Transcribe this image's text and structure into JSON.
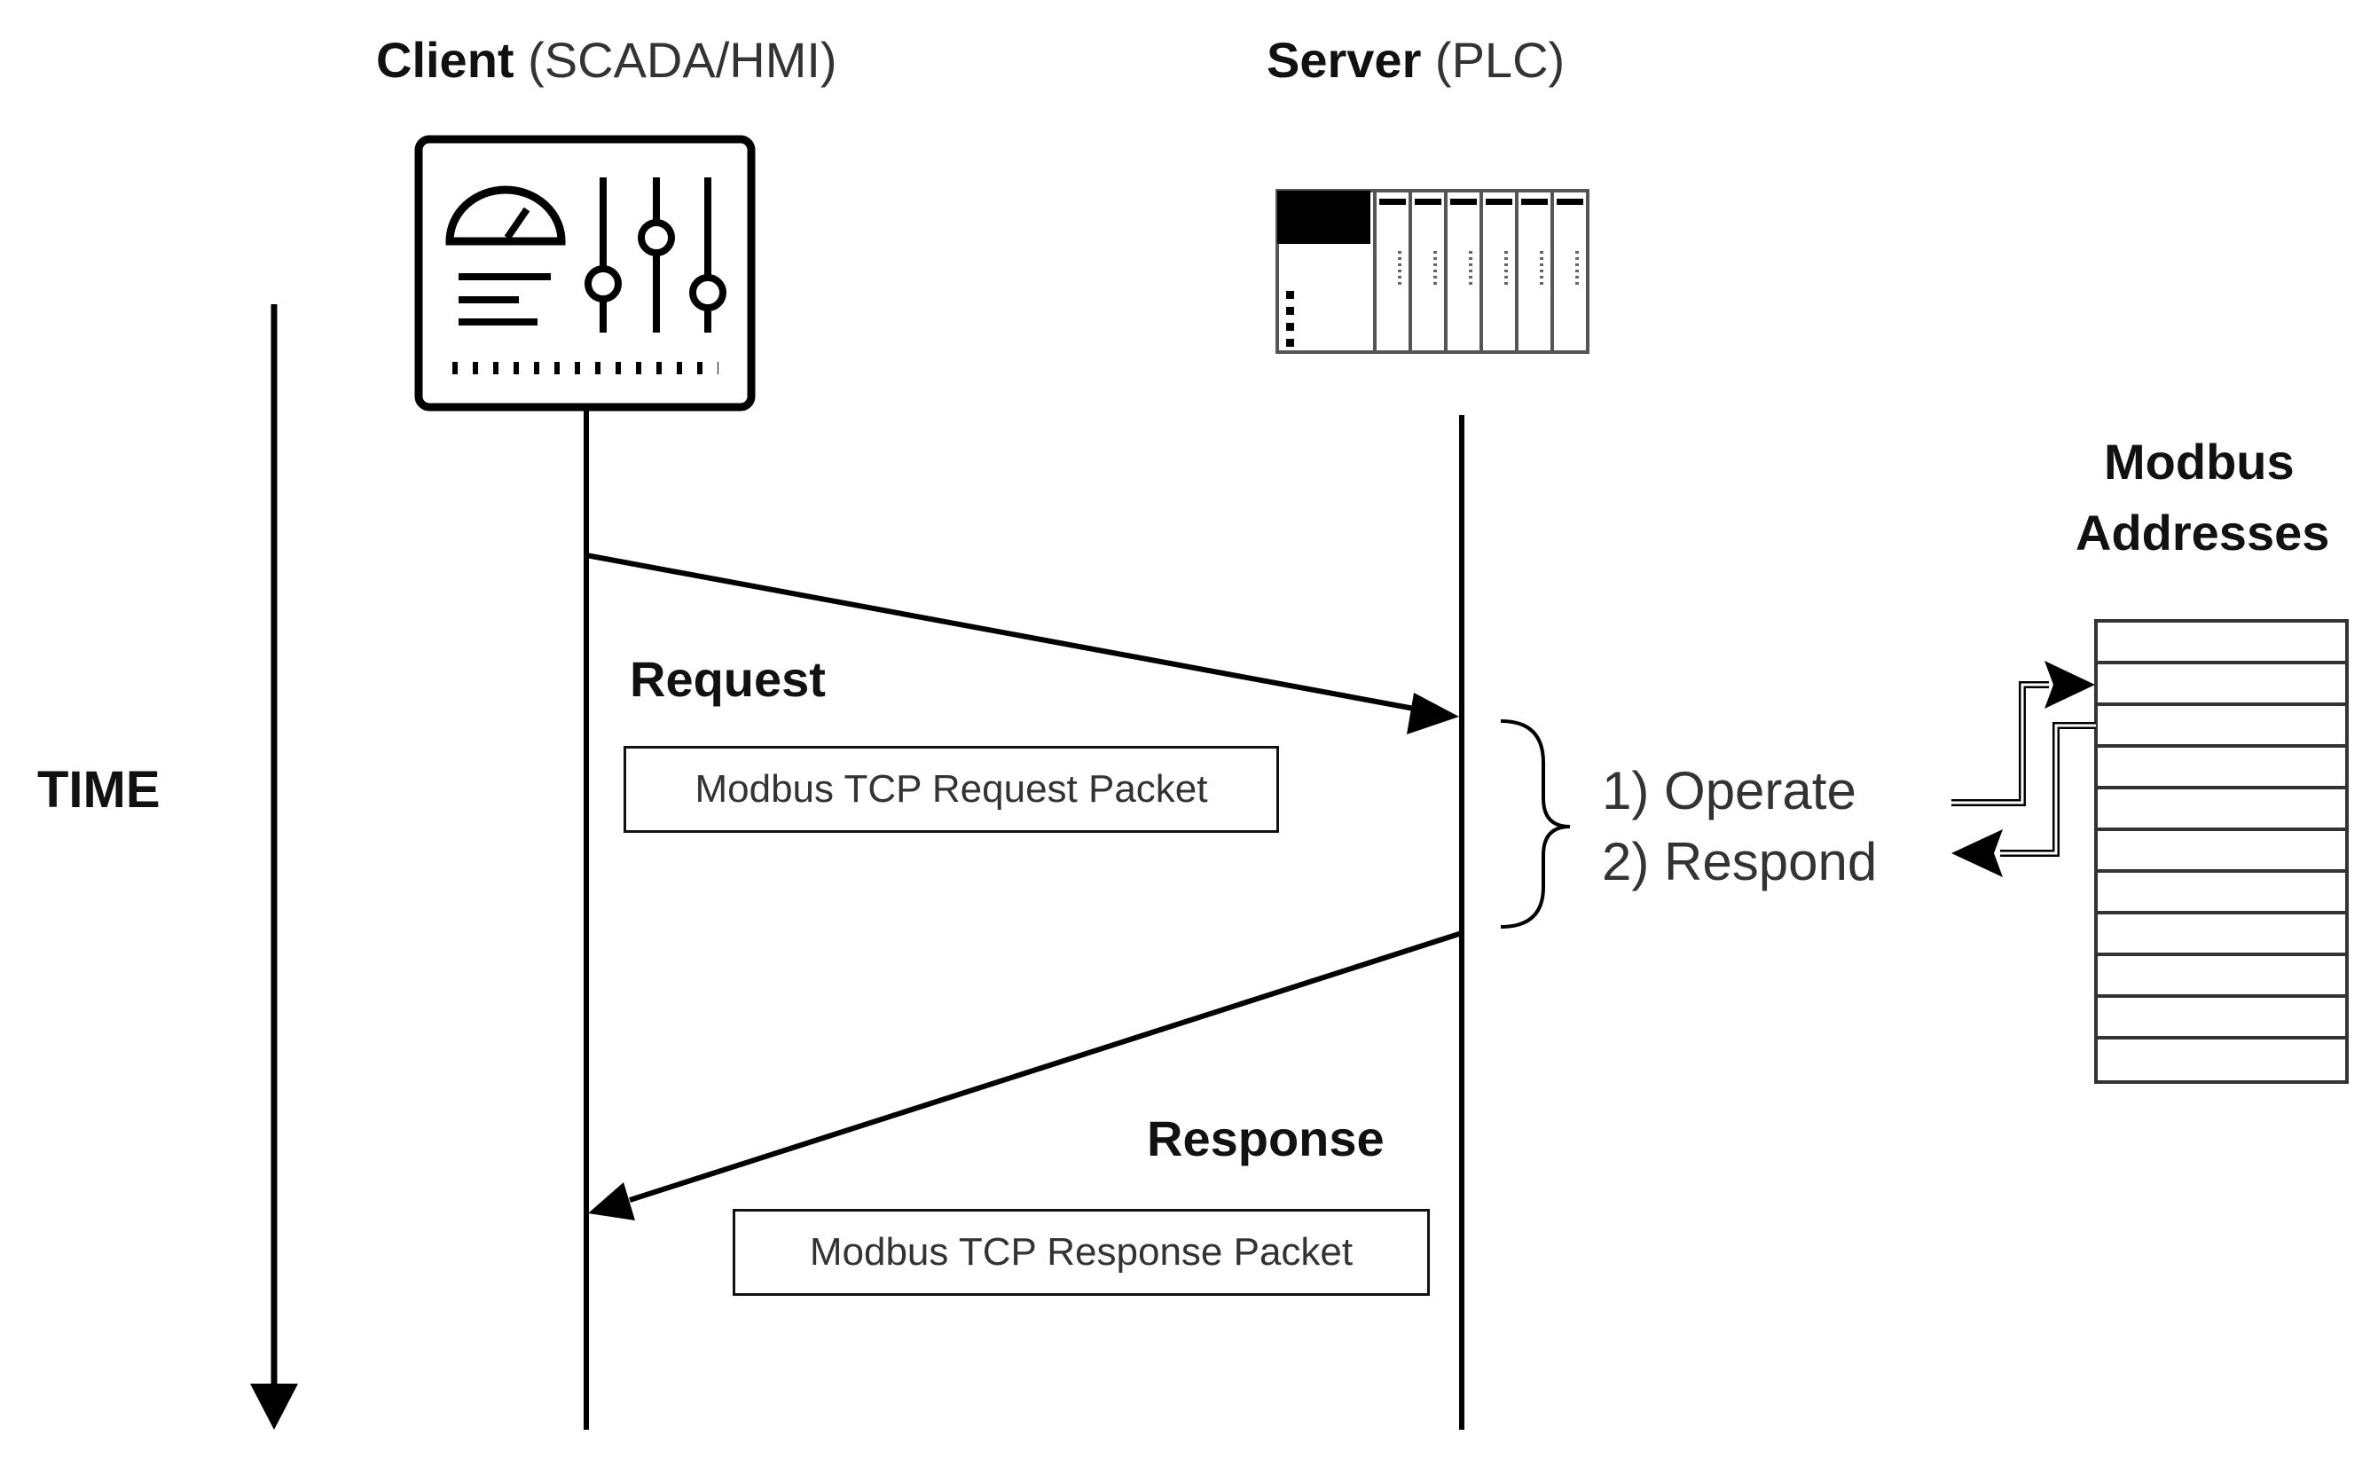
{
  "client": {
    "label_bold": "Client",
    "label_rest": " (SCADA/HMI)"
  },
  "server": {
    "label_bold": "Server",
    "label_rest": " (PLC)"
  },
  "time_label": "TIME",
  "request": {
    "label": "Request",
    "packet": "Modbus TCP Request Packet"
  },
  "response": {
    "label": "Response",
    "packet": "Modbus TCP Response Packet"
  },
  "steps": [
    "1) Operate",
    "2) Respond"
  ],
  "addresses": {
    "title_line1": "Modbus",
    "title_line2": "Addresses"
  },
  "icons": [
    "hmi-panel-icon",
    "plc-rack-icon"
  ]
}
